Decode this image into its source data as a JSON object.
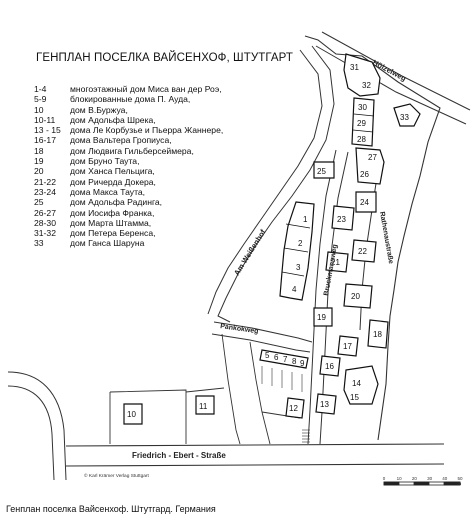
{
  "title": "ГЕНПЛАН ПОСЕЛКА ВАЙСЕНХОФ, ШТУТГАРТ",
  "legend": [
    {
      "num": "1-4",
      "text": "многоэтажный дом Миса ван дер Роэ,"
    },
    {
      "num": "5-9",
      "text": "блокированные дома П. Ауда,"
    },
    {
      "num": "10",
      "text": "дом В.Буржуа,"
    },
    {
      "num": "10-11",
      "text": "дом Адольфа Шрека,"
    },
    {
      "num": "13 - 15",
      "text": "дома Ле Корбузье и Пьерра Жаннере,"
    },
    {
      "num": "16-17",
      "text": "дома Вальтера Гропиуса,"
    },
    {
      "num": "18",
      "text": "дом Людвига Гильберсеймера,"
    },
    {
      "num": "19",
      "text": "дом Бруно Таута,"
    },
    {
      "num": "20",
      "text": "дом Ханса Пельцига,"
    },
    {
      "num": "21-22",
      "text": "дом Ричерда Докера,"
    },
    {
      "num": "23-24",
      "text": "дома Макса Таута,"
    },
    {
      "num": "25",
      "text": "дом Адольфа Радинга,"
    },
    {
      "num": "26-27",
      "text": "дом Иосифа Франка,"
    },
    {
      "num": "28-30",
      "text": "дом Марта Штамма,"
    },
    {
      "num": "31-32",
      "text": "дом Петера Беренса,"
    },
    {
      "num": "33",
      "text": "дом Ганса Шаруна"
    }
  ],
  "streets": {
    "hoelzelweg": "Hölzelweg",
    "weissenhof": "Am Weißenhof",
    "bruckmannweg": "Bruckmannweg",
    "rathenau": "Rathenaustraße",
    "pankokweg": "Pankokweg",
    "friedrich_ebert": "Friedrich - Ebert - Straße"
  },
  "building_numbers": {
    "b1": "1",
    "b2": "2",
    "b3": "3",
    "b4": "4",
    "b5": "5",
    "b6": "6",
    "b7": "7",
    "b8": "8",
    "b9": "9",
    "b10": "10",
    "b11": "11",
    "b12": "12",
    "b13": "13",
    "b14": "14",
    "b15": "15",
    "b16": "16",
    "b17": "17",
    "b18": "18",
    "b19": "19",
    "b20": "20",
    "b21": "21",
    "b22": "22",
    "b23": "23",
    "b24": "24",
    "b25": "25",
    "b26": "26",
    "b27": "27",
    "b28": "28",
    "b29": "29",
    "b30": "30",
    "b31": "31",
    "b32": "32",
    "b33": "33"
  },
  "copyright": "© Karl Krämer Verlag Stuttgart",
  "scale_ticks": [
    "0",
    "10",
    "20",
    "30",
    "40",
    "50 m"
  ],
  "caption": "Генплан поселка Вайсенхоф. Штутгард. Германия"
}
